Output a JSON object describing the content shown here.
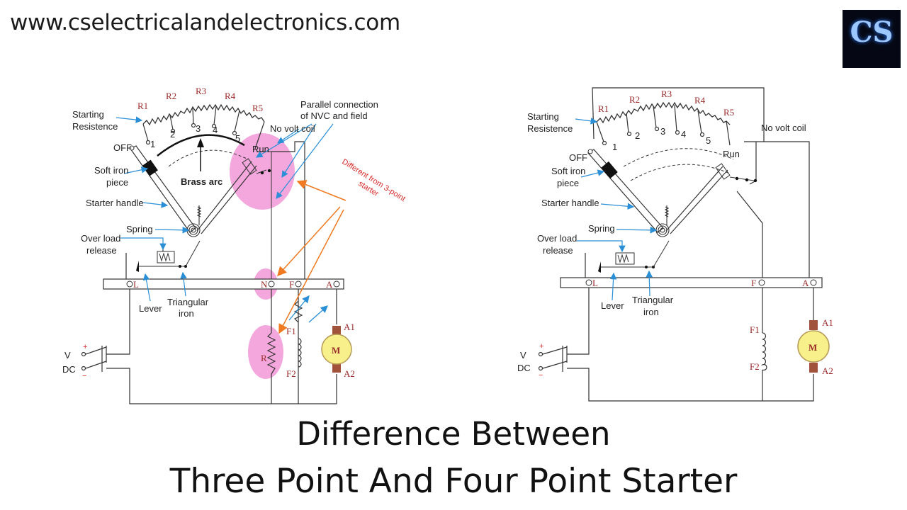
{
  "header": {
    "website": "www.cselectricalandelectronics.com",
    "logo_icon": "cs-logo-icon"
  },
  "title": {
    "line1": "Difference Between",
    "line2": "Three Point And Four Point Starter"
  },
  "colors": {
    "highlight": "#f08ad0",
    "arrow": "#2a8fd6",
    "orange": "#f07a22",
    "resistor_label": "#9b2b2b",
    "note": "#d62828"
  },
  "three_point": {
    "starting_resistence": [
      "Starting",
      "Resistence"
    ],
    "parallel_connection": [
      "Parallel connection",
      "of NVC and field"
    ],
    "no_volt_coil": "No volt coil",
    "off": "OFF",
    "run": "Run",
    "soft_iron": [
      "Soft iron",
      "piece"
    ],
    "brass_arc": "Brass arc",
    "starter_handle": "Starter handle",
    "spring": "Spring",
    "over_load": [
      "Over load",
      "release"
    ],
    "lever": "Lever",
    "triangular": [
      "Triangular",
      "iron"
    ],
    "resistors": [
      "R1",
      "R2",
      "R3",
      "R4",
      "R5"
    ],
    "studs": [
      "1",
      "2",
      "3",
      "4",
      "5"
    ],
    "terminals": [
      "L",
      "N",
      "F",
      "A"
    ],
    "r_label": "R",
    "field": [
      "F1",
      "F2"
    ],
    "armature": [
      "A1",
      "A2"
    ],
    "motor": "M",
    "supply": [
      "V",
      "DC",
      "+",
      "−"
    ],
    "note": [
      "Different from 3-point",
      "starter"
    ]
  },
  "four_point": {
    "starting_resistence": [
      "Starting",
      "Resistence"
    ],
    "no_volt_coil": "No volt coil",
    "off": "OFF",
    "run": "Run",
    "soft_iron": [
      "Soft iron",
      "piece"
    ],
    "starter_handle": "Starter handle",
    "spring": "Spring",
    "over_load": [
      "Over load",
      "release"
    ],
    "lever": "Lever",
    "triangular": [
      "Triangular",
      "iron"
    ],
    "resistors": [
      "R1",
      "R2",
      "R3",
      "R4",
      "R5"
    ],
    "studs": [
      "1",
      "2",
      "3",
      "4",
      "5"
    ],
    "terminals": [
      "L",
      "F",
      "A"
    ],
    "field": [
      "F1",
      "F2"
    ],
    "armature": [
      "A1",
      "A2"
    ],
    "motor": "M",
    "supply": [
      "V",
      "DC",
      "+",
      "−"
    ]
  }
}
